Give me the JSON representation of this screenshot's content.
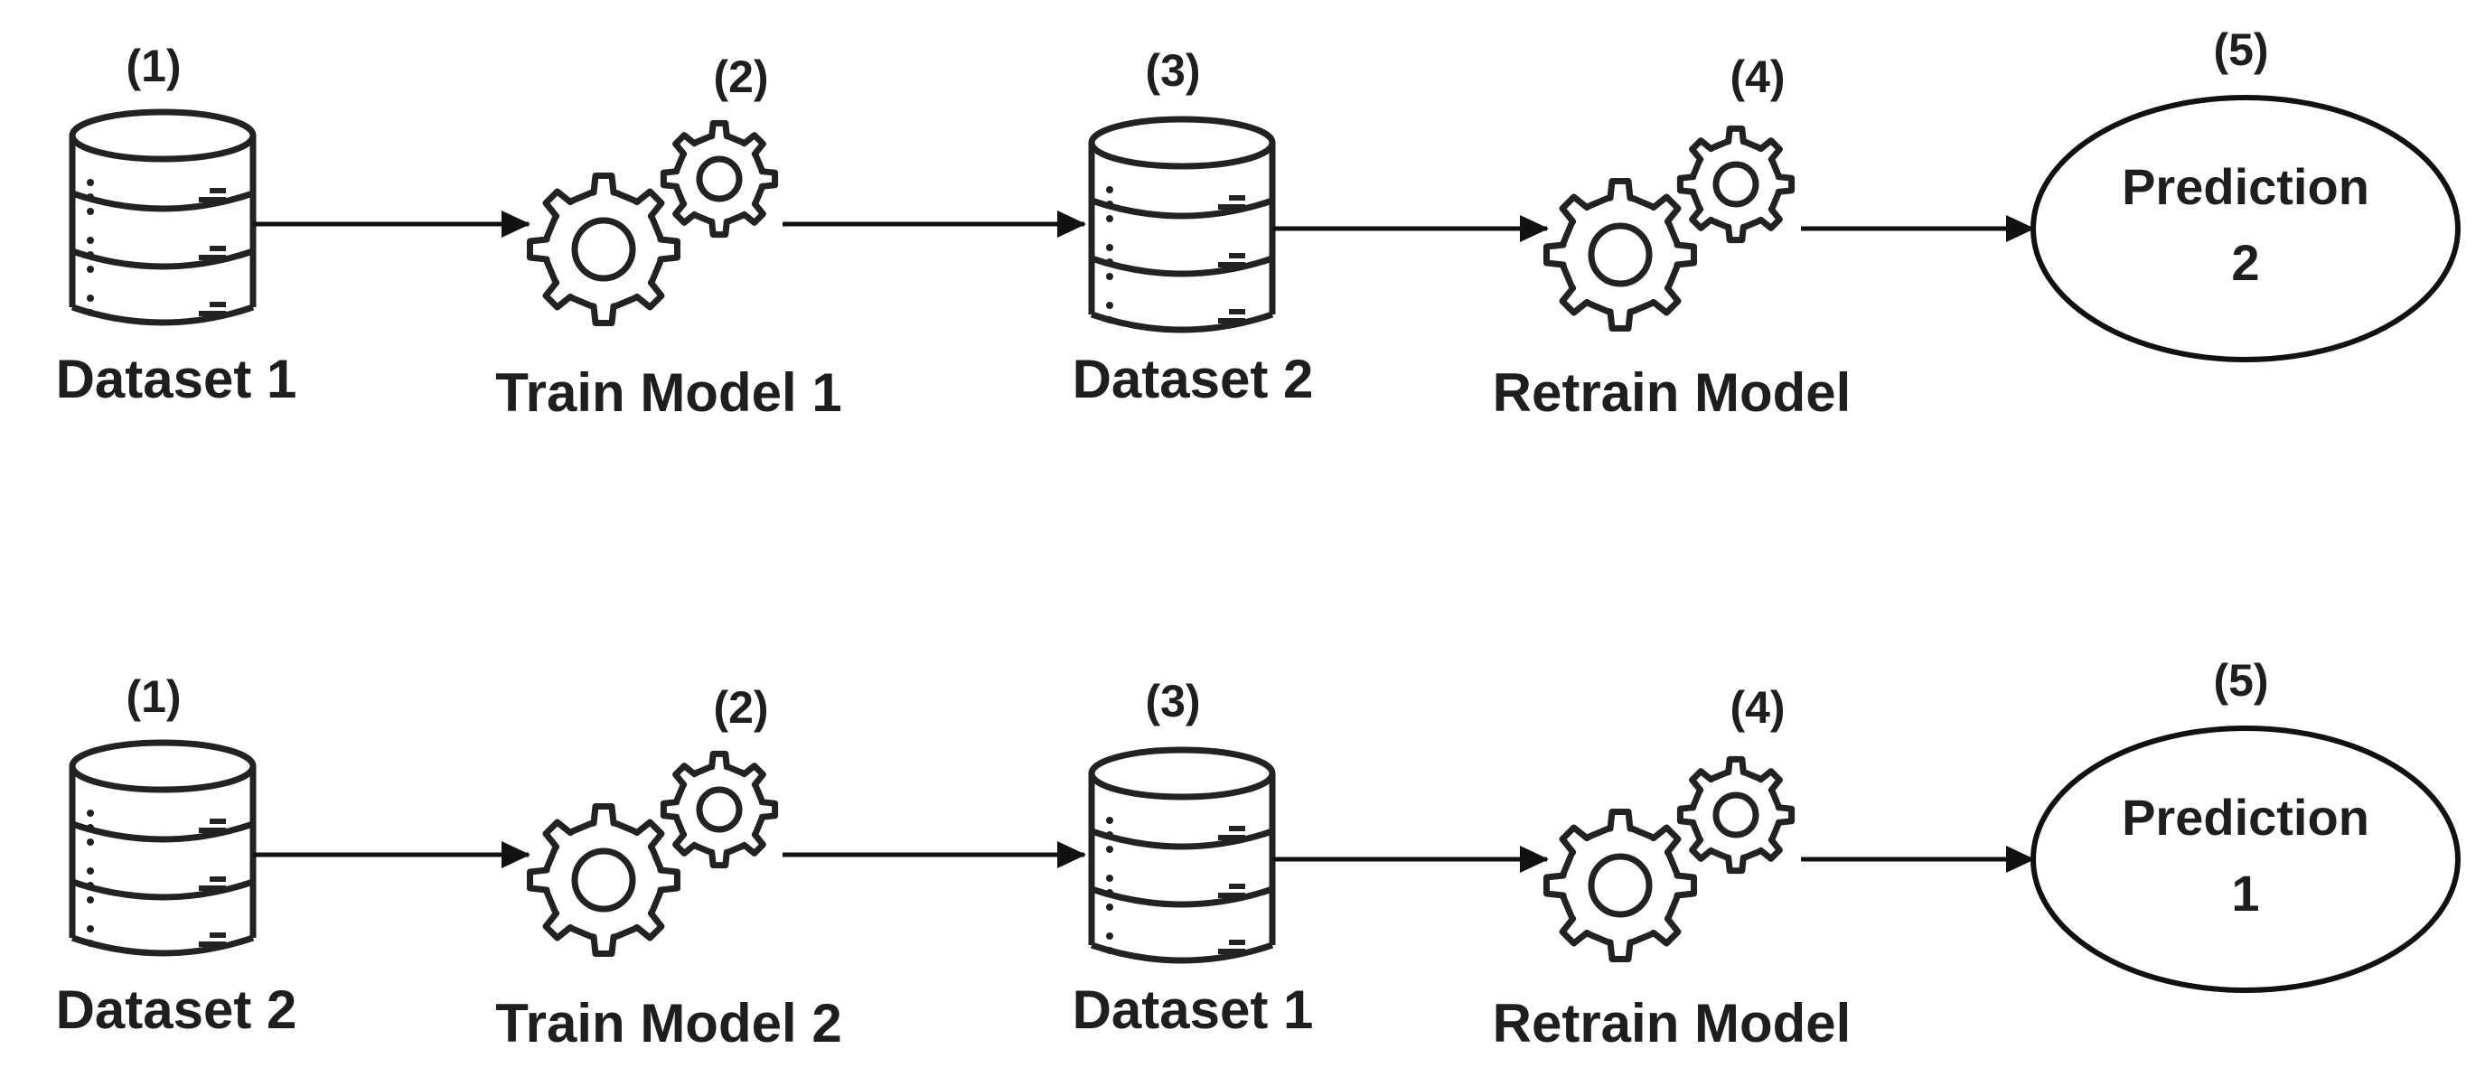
{
  "rows": [
    {
      "steps": [
        {
          "number": "(1)",
          "label": "Dataset 1",
          "icon": "database-icon"
        },
        {
          "number": "(2)",
          "label": "Train Model 1",
          "icon": "gears-icon"
        },
        {
          "number": "(3)",
          "label": "Dataset 2",
          "icon": "database-icon"
        },
        {
          "number": "(4)",
          "label": "Retrain Model",
          "icon": "gears-icon"
        },
        {
          "number": "(5)",
          "label_lines": [
            "Prediction",
            "2"
          ],
          "icon": "ellipse"
        }
      ]
    },
    {
      "steps": [
        {
          "number": "(1)",
          "label": "Dataset 2",
          "icon": "database-icon"
        },
        {
          "number": "(2)",
          "label": "Train Model 2",
          "icon": "gears-icon"
        },
        {
          "number": "(3)",
          "label": "Dataset 1",
          "icon": "database-icon"
        },
        {
          "number": "(4)",
          "label": "Retrain Model",
          "icon": "gears-icon"
        },
        {
          "number": "(5)",
          "label_lines": [
            "Prediction",
            "1"
          ],
          "icon": "ellipse"
        }
      ]
    }
  ]
}
